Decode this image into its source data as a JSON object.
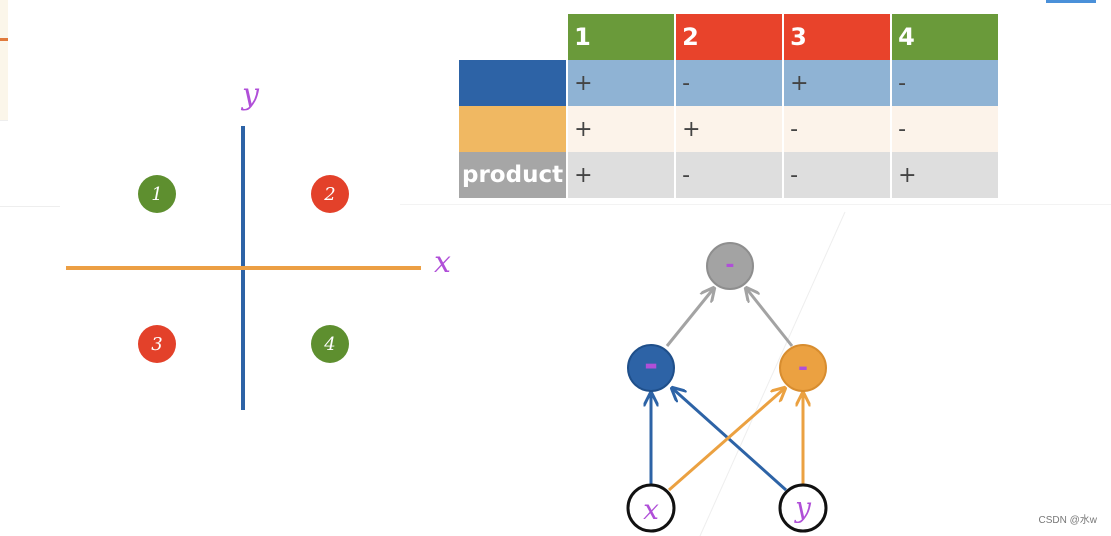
{
  "quadrant": {
    "y_label": "y",
    "x_label": "x",
    "regions": [
      {
        "label": "1",
        "color": "#5e8f2f"
      },
      {
        "label": "2",
        "color": "#e3412a"
      },
      {
        "label": "3",
        "color": "#e3412a"
      },
      {
        "label": "4",
        "color": "#5e8f2f"
      }
    ]
  },
  "table": {
    "headers": [
      "1",
      "2",
      "3",
      "4"
    ],
    "header_colors": [
      "#6a9a3a",
      "#e8432b",
      "#e8432b",
      "#6a9a3a"
    ],
    "rows": [
      {
        "label": "",
        "label_color": "#2d63a6",
        "cell_color": "#8fb3d4",
        "values": [
          "+",
          "-",
          "+",
          "-"
        ]
      },
      {
        "label": "",
        "label_color": "#f0b862",
        "cell_color": "#fcf3ea",
        "values": [
          "+",
          "+",
          "-",
          "-"
        ]
      },
      {
        "label": "product",
        "label_color": "#a6a6a6",
        "cell_color": "#dedede",
        "values": [
          "+",
          "-",
          "-",
          "+"
        ]
      }
    ]
  },
  "network": {
    "input_x_label": "x",
    "input_y_label": "y",
    "node_signs": {
      "output": "-",
      "hidden_blue": "-",
      "hidden_orange": "-"
    },
    "colors": {
      "blue": "#2d63a6",
      "orange": "#eba141",
      "gray": "#a3a3a3",
      "mark": "#b04fd8"
    }
  },
  "footer": "CSDN @水w"
}
